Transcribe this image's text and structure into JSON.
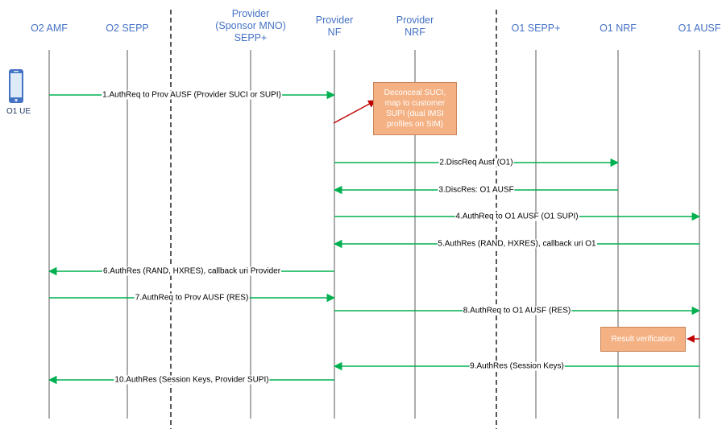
{
  "participants": [
    {
      "id": "o2amf",
      "label": [
        "O2 AMF"
      ]
    },
    {
      "id": "o2sepp",
      "label": [
        "O2 SEPP"
      ]
    },
    {
      "id": "provsepp",
      "label": [
        "Provider",
        "(Sponsor MNO)",
        "SEPP+"
      ]
    },
    {
      "id": "provnf",
      "label": [
        "Provider",
        "NF"
      ]
    },
    {
      "id": "provnrf",
      "label": [
        "Provider",
        "NRF"
      ]
    },
    {
      "id": "o1sepp",
      "label": [
        "O1 SEPP+"
      ]
    },
    {
      "id": "o1nrf",
      "label": [
        "O1 NRF"
      ]
    },
    {
      "id": "o1ausf",
      "label": [
        "O1 AUSF"
      ]
    }
  ],
  "ue": {
    "label": "O1 UE"
  },
  "notes": {
    "deconceal": "Deconceal SUCI, map to customer SUPI (dual IMSI profiles on SIM)",
    "result": "Result verification"
  },
  "messages": [
    {
      "text": "1.AuthReq to Prov AUSF (Provider SUCI or SUPI)",
      "from": "o2amf",
      "to": "provnf"
    },
    {
      "text": "2.DiscReq Ausf (O1)",
      "from": "provnf",
      "to": "o1nrf"
    },
    {
      "text": "3.DiscRes: O1 AUSF",
      "from": "o1nrf",
      "to": "provnf"
    },
    {
      "text": "4.AuthReq to O1 AUSF (O1 SUPI)",
      "from": "provnf",
      "to": "o1ausf"
    },
    {
      "text": "5.AuthRes (RAND, HXRES), callback uri O1",
      "from": "o1ausf",
      "to": "provnf"
    },
    {
      "text": "6.AuthRes (RAND, HXRES), callback uri Provider",
      "from": "provnf",
      "to": "o2amf"
    },
    {
      "text": "7.AuthReq to Prov AUSF (RES)",
      "from": "o2amf",
      "to": "provnf"
    },
    {
      "text": "8.AuthReq to O1 AUSF (RES)",
      "from": "provnf",
      "to": "o1ausf"
    },
    {
      "text": "9.AuthRes (Session Keys)",
      "from": "o1ausf",
      "to": "provnf"
    },
    {
      "text": "10.AuthRes (Session Keys, Provider SUPI)",
      "from": "provnf",
      "to": "o2amf"
    }
  ],
  "colors": {
    "arrow": "#00B050",
    "note_fill": "#F4B183",
    "note_arrow": "#C00000",
    "header": "#4472C4",
    "lifeline": "#595959",
    "phone": "#4472C4"
  }
}
